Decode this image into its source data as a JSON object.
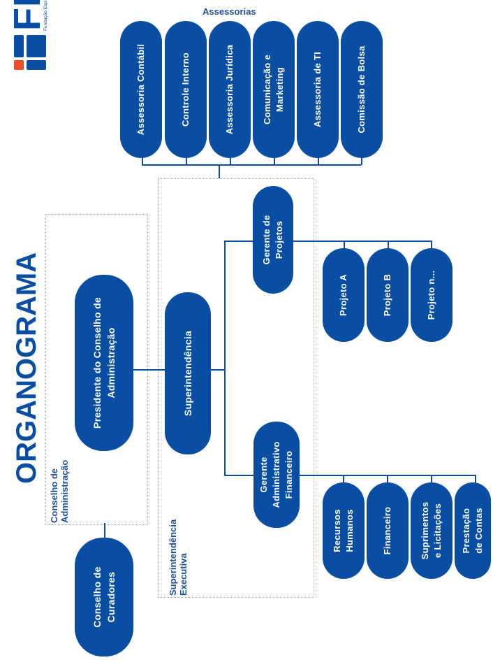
{
  "header": {
    "title": "ORGANOGRAMA",
    "logo_text": "FEST",
    "logo_subtitle": "Fundação Espírito-santense de Tecnologia",
    "brand_color": "#0a4ea3"
  },
  "assessorias": {
    "label": "Assessorias",
    "items": [
      {
        "label": "Assessoria Contábil"
      },
      {
        "label": "Controle Interno"
      },
      {
        "label": "Assessoria Jurídica"
      },
      {
        "label": "Comunicação e Marketing"
      },
      {
        "label": "Assessoria de TI"
      },
      {
        "label": "Comissão de Bolsa"
      }
    ]
  },
  "groups": {
    "conselho_admin": "Conselho de Administração",
    "superintendencia_executiva": "Superintendência Executiva"
  },
  "nodes": {
    "presidente": "Presidente do Conselho de Administração",
    "superintendencia": "Superintendência",
    "conselho_curadores": "Conselho de Curadores",
    "gerente_projetos": "Gerente de Projetos",
    "gerente_admin": "Gerente Administrativo Financeiro"
  },
  "projetos": [
    "Projeto A",
    "Projeto B",
    "Projeto n..."
  ],
  "admin_areas": [
    "Recursos Humanos",
    "Financeiro",
    "Suprimentos e Licitações",
    "Prestação de Contas"
  ]
}
